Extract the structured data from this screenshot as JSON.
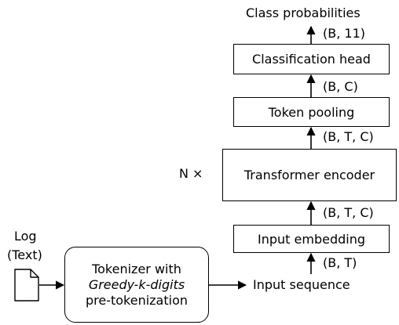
{
  "output_label": "Class probabilities",
  "shapes": {
    "head_out": "(B, 11)",
    "pool_out": "(B, C)",
    "encoder_out": "(B, T, C)",
    "embedding_out": "(B, T, C)",
    "sequence_shape": "(B, T)"
  },
  "blocks": {
    "classification_head": "Classification head",
    "token_pooling": "Token pooling",
    "transformer_encoder": "Transformer encoder",
    "input_embedding": "Input embedding"
  },
  "repeat_label": "N ×",
  "input": {
    "log_label": "Log",
    "text_label": "(Text)"
  },
  "tokenizer": {
    "line1": "Tokenizer with",
    "line2": "Greedy-k-digits",
    "line3": "pre-tokenization"
  },
  "input_sequence_label": "Input sequence"
}
